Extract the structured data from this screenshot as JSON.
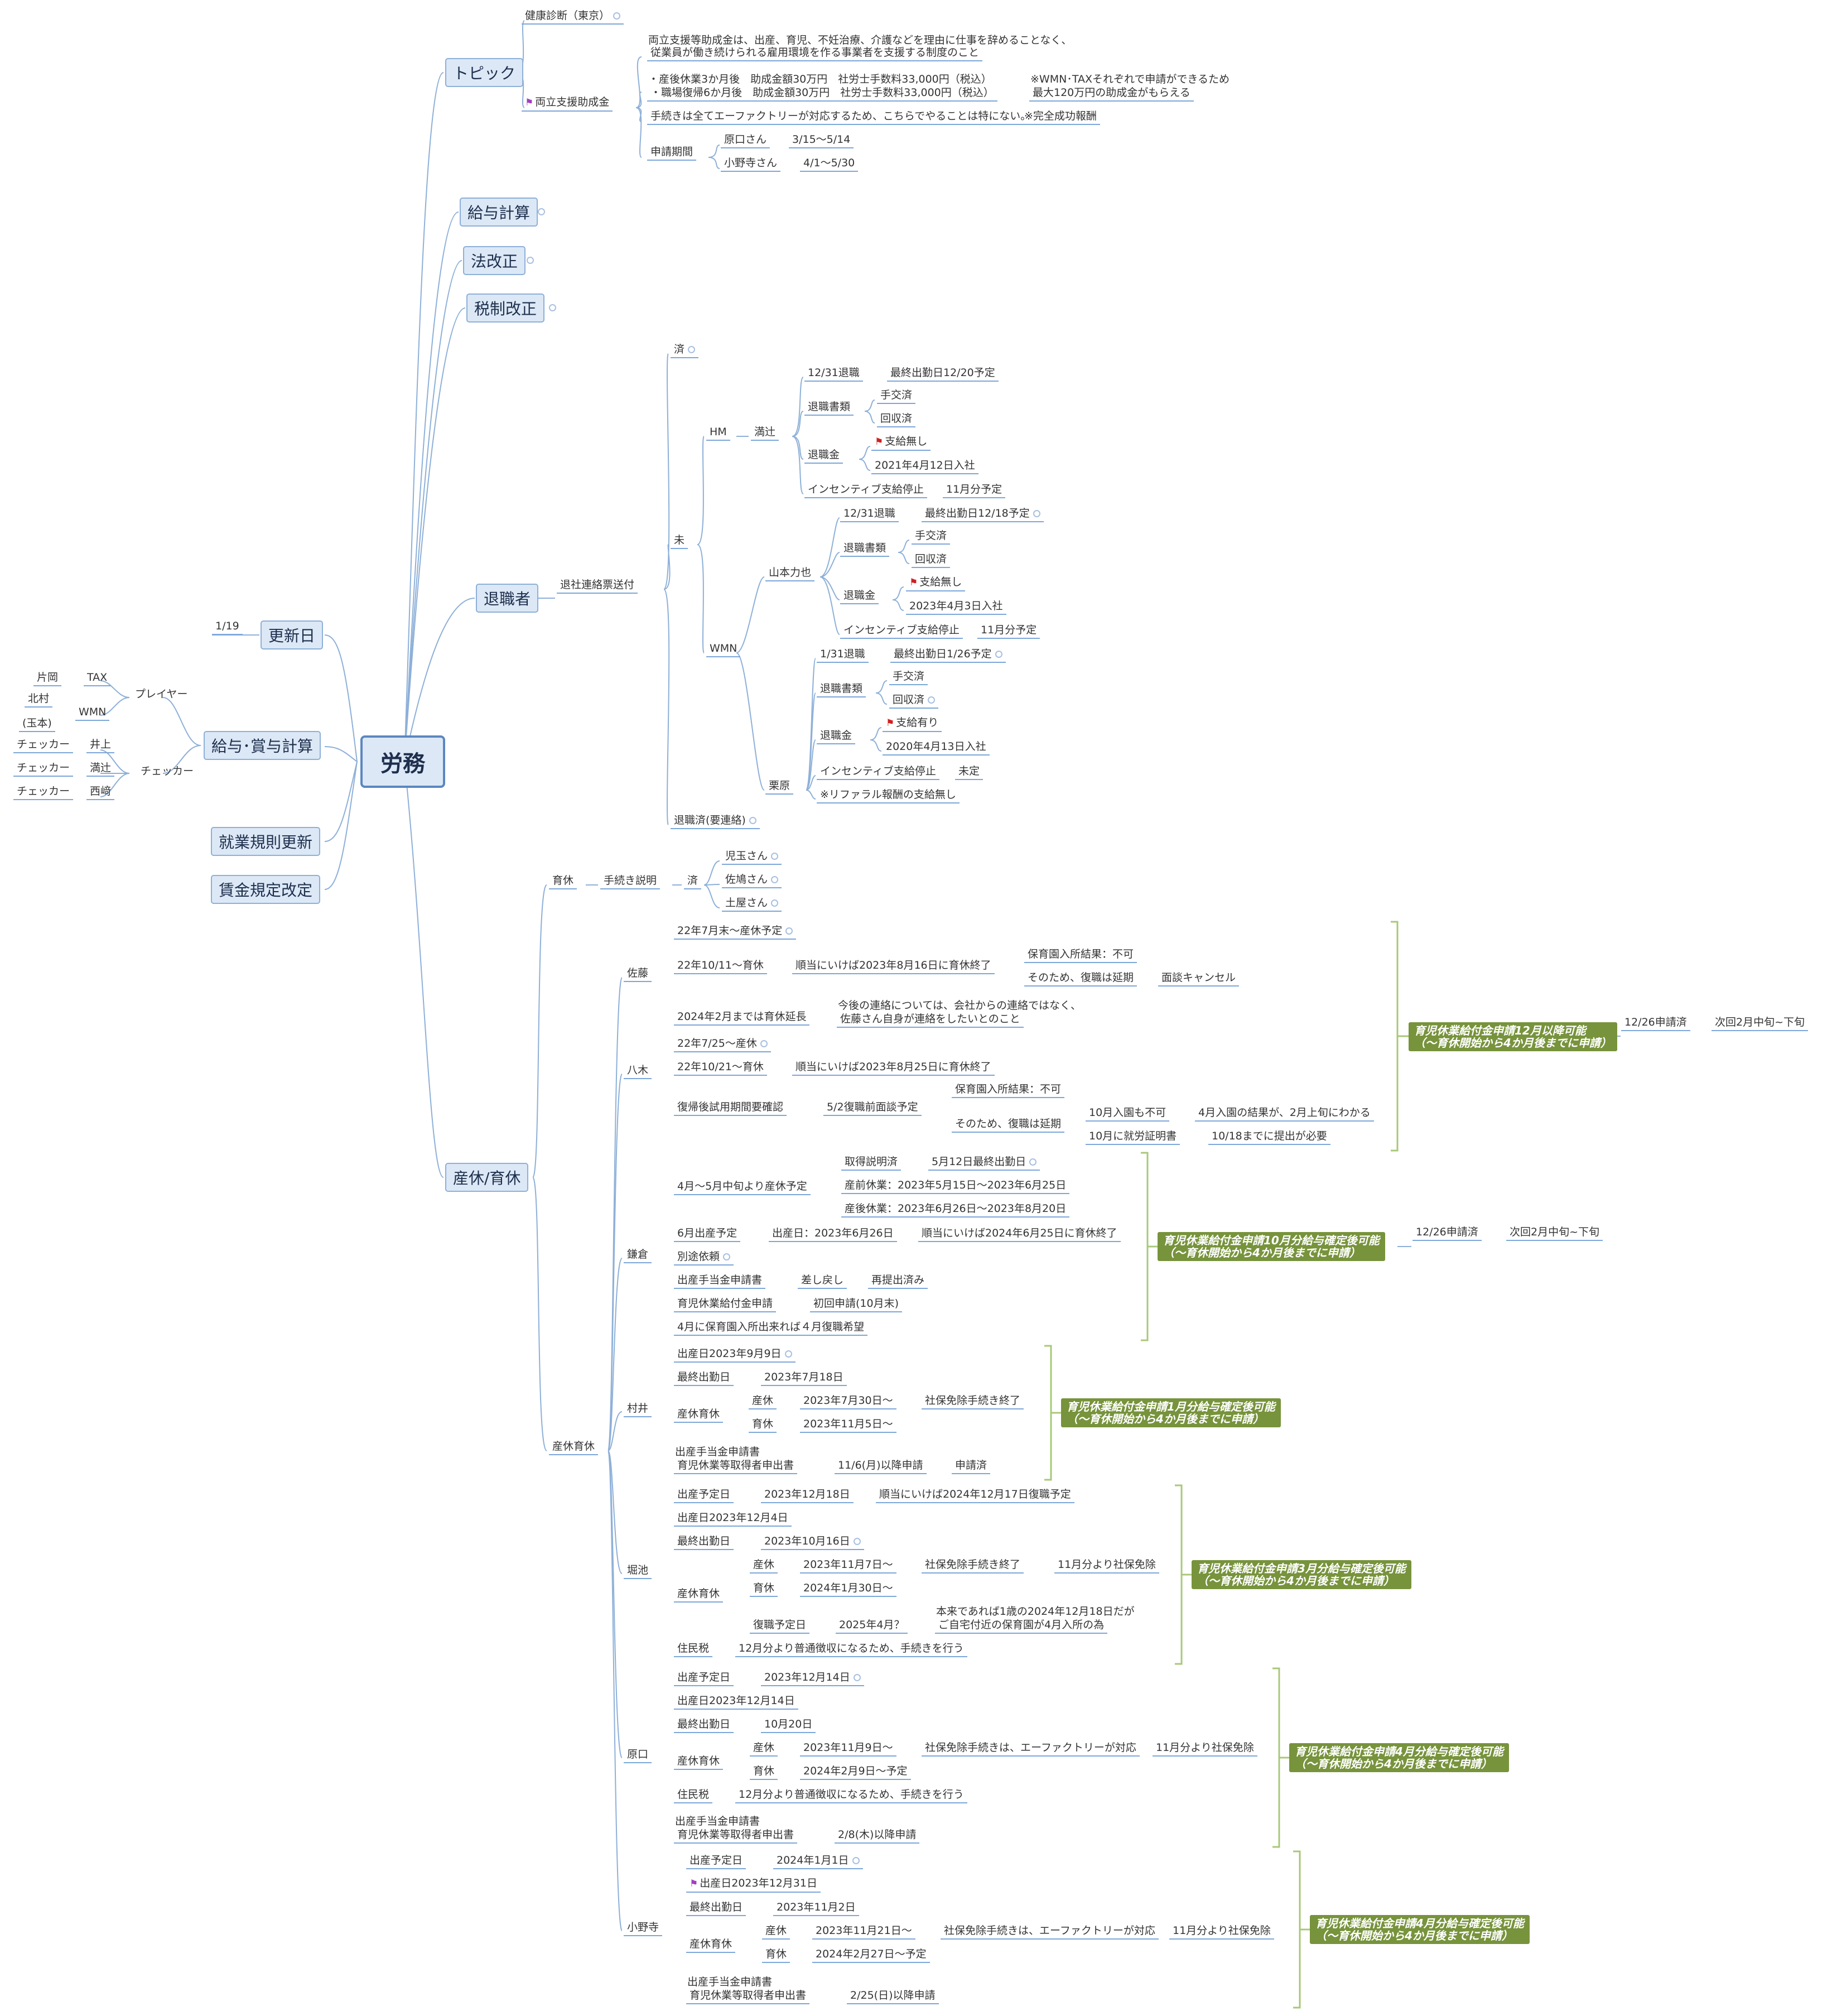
{
  "root": "労務",
  "update": {
    "label": "更新日",
    "date": "1/19"
  },
  "main": {
    "topic": "トピック",
    "payroll": "給与計算",
    "law": "法改正",
    "tax": "税制改正",
    "retire": "退職者",
    "maternity": "産休/育休"
  },
  "left": {
    "bonus": "給与･賞与計算",
    "rules": "就業規則更新",
    "wage": "賃金規定改定",
    "player": "プレイヤー",
    "checker": "チェッカー",
    "p1a": "片岡",
    "p1b": "TAX",
    "p2a": "北村",
    "p2b": "WMN",
    "p3": "(玉本)",
    "c1a": "チェッカー",
    "c1b": "井上",
    "c2a": "チェッカー",
    "c2b": "満辻",
    "c3a": "チェッカー",
    "c3b": "西﨑"
  },
  "topic": {
    "health": "健康診断（東京）",
    "subsidy": "両立支援助成金",
    "desc1": "両立支援等助成金は、出産、育児、不妊治療、介護などを理由に仕事を辞めることなく、",
    "desc2": "従業員が働き続けられる雇用環境を作る事業者を支援する制度のこと",
    "amt1": "・産後休業3か月後　助成金額30万円　社労士手数料33,000円（税込）",
    "amt2": "・職場復帰6か月後　助成金額30万円　社労士手数料33,000円（税込）",
    "note1": "※WMN･TAXそれぞれで申請ができるため",
    "note2": "最大120万円の助成金がもらえる",
    "proc": "手続きは全てエーファクトリーが対応するため、こちらでやることは特にない。",
    "reward": "※完全成功報酬",
    "period": "申請期間",
    "h1": "原口さん",
    "h1d": "3/15～5/14",
    "h2": "小野寺さん",
    "h2d": "4/1～5/30"
  },
  "ret": {
    "notice": "退社連絡票送付",
    "done": "済",
    "pending": "未",
    "retired": "退職済(要連絡)",
    "hm": "HM",
    "wmn": "WMN",
    "a": {
      "name": "満辻",
      "r1": "12/31退職",
      "r1b": "最終出勤日12/20予定",
      "docs": "退職書類",
      "d1": "手交済",
      "d2": "回収済",
      "sev": "退職金",
      "s1": "支給無し",
      "s2": "2021年4月12日入社",
      "inc": "インセンティブ支給停止",
      "incv": "11月分予定"
    },
    "b": {
      "name": "山本力也",
      "r1": "12/31退職",
      "r1b": "最終出勤日12/18予定",
      "docs": "退職書類",
      "d1": "手交済",
      "d2": "回収済",
      "sev": "退職金",
      "s1": "支給無し",
      "s2": "2023年4月3日入社",
      "inc": "インセンティブ支給停止",
      "incv": "11月分予定"
    },
    "c": {
      "name": "栗原",
      "r1": "1/31退職",
      "r1b": "最終出勤日1/26予定",
      "docs": "退職書類",
      "d1": "手交済",
      "d2": "回収済",
      "sev": "退職金",
      "s1": "支給有り",
      "s2": "2020年4月13日入社",
      "inc": "インセンティブ支給停止",
      "incv": "未定",
      "ref": "※リファラル報酬の支給無し"
    }
  },
  "mat": {
    "ikukyu": "育休",
    "expl": "手続き説明",
    "done": "済",
    "k1": "児玉さん",
    "k2": "佐鳩さん",
    "k3": "土屋さん",
    "sankyu": "産休育休",
    "sato": {
      "name": "佐藤",
      "a": "22年7月末～産休予定",
      "b": "22年10/11～育休",
      "b2": "順当にいけば2023年8月16日に育休終了",
      "c1": "保育園入所結果：不可",
      "c2": "そのため、復職は延期",
      "c3": "面談キャンセル",
      "d": "2024年2月までは育休延長",
      "d2a": "今後の連絡については、会社からの連絡ではなく、",
      "d2b": "佐藤さん自身が連絡をしたいとのこと"
    },
    "yagi": {
      "name": "八木",
      "a": "22年7/25～産休",
      "b": "22年10/21～育休",
      "b2": "順当にいけば2023年8月25日に育休終了",
      "c": "復帰後試用期間要確認",
      "c2": "5/2復職前面談予定",
      "e1": "保育園入所結果：不可",
      "e2": "そのため、復職は延期",
      "e3": "10月入園も不可",
      "e4": "4月入園の結果が、2月上旬にわかる",
      "e5": "10月に就労証明書",
      "e6": "10/18までに提出が必要"
    },
    "kama": {
      "name": "鎌倉",
      "a": "4月～5月中旬より産休予定",
      "a1": "取得説明済",
      "a2": "5月12日最終出勤日",
      "a3": "産前休業：2023年5月15日～2023年6月25日",
      "a4": "産後休業：2023年6月26日～2023年8月20日",
      "b": "6月出産予定",
      "b2": "出産日：2023年6月26日",
      "b3": "順当にいけば2024年6月25日に育休終了",
      "c": "別途依頼",
      "d": "出産手当金申請書",
      "d2": "差し戻し",
      "d3": "再提出済み",
      "e": "育児休業給付金申請",
      "e2": "初回申請(10月末)",
      "f": "4月に保育園入所出来れば４月復職希望"
    },
    "murai": {
      "name": "村井",
      "a": "出産日2023年9月9日",
      "b": "最終出勤日",
      "b2": "2023年7月18日",
      "c": "産休育休",
      "c1": "産休",
      "c1b": "2023年7月30日～",
      "c1c": "社保免除手続き終了",
      "c2": "育休",
      "c2b": "2023年11月5日～",
      "d1": "出産手当金申請書",
      "d2": "育児休業等取得者申出書",
      "d3": "11/6(月)以降申請",
      "d4": "申請済"
    },
    "hori": {
      "name": "堀池",
      "a": "出産予定日",
      "a2": "2023年12月18日",
      "a3": "順当にいけば2024年12月17日復職予定",
      "b": "出産日2023年12月4日",
      "c": "最終出勤日",
      "c2": "2023年10月16日",
      "d": "産休育休",
      "d1": "産休",
      "d1b": "2023年11月7日～",
      "d1c": "社保免除手続き終了",
      "d1d": "11月分より社保免除",
      "d2": "育休",
      "d2b": "2024年1月30日～",
      "d3": "復職予定日",
      "d3b": "2025年4月？",
      "d3c": "本来であれば1歳の2024年12月18日だが",
      "d3d": "ご自宅付近の保育園が4月入所の為",
      "e": "住民税",
      "e2": "12月分より普通徴収になるため、手続きを行う"
    },
    "hara": {
      "name": "原口",
      "a": "出産予定日",
      "a2": "2023年12月14日",
      "b": "出産日2023年12月14日",
      "c": "最終出勤日",
      "c2": "10月20日",
      "d": "産休育休",
      "d1": "産休",
      "d1b": "2023年11月9日～",
      "d1c": "社保免除手続きは、エーファクトリーが対応",
      "d1d": "11月分より社保免除",
      "d2": "育休",
      "d2b": "2024年2月9日～予定",
      "e": "住民税",
      "e2": "12月分より普通徴収になるため、手続きを行う",
      "f1": "出産手当金申請書",
      "f2": "育児休業等取得者申出書",
      "f3": "2/8(木)以降申請"
    },
    "ono": {
      "name": "小野寺",
      "a": "出産予定日",
      "a2": "2024年1月1日",
      "b": "出産日2023年12月31日",
      "c": "最終出勤日",
      "c2": "2023年11月2日",
      "d": "産休育休",
      "d1": "産休",
      "d1b": "2023年11月21日～",
      "d1c": "社保免除手続きは、エーファクトリーが対応",
      "d1d": "11月分より社保免除",
      "d2": "育休",
      "d2b": "2024年2月27日～予定",
      "f1": "出産手当金申請書",
      "f2": "育児休業等取得者申出書",
      "f3": "2/25(日)以降申請"
    },
    "g1a": "育児休業給付金申請12月以降可能",
    "g1b": "（～育休開始から4か月後までに申請）",
    "g1c": "12/26申請済",
    "g1d": "次回2月中旬~下旬",
    "g2a": "育児休業給付金申請10月分給与確定後可能",
    "g2b": "（～育休開始から4か月後までに申請）",
    "g2c": "12/26申請済",
    "g2d": "次回2月中旬~下旬",
    "g3a": "育児休業給付金申請1月分給与確定後可能",
    "g3b": "（～育休開始から4か月後までに申請）",
    "g4a": "育児休業給付金申請3月分給与確定後可能",
    "g4b": "（～育休開始から4か月後までに申請）",
    "g5a": "育児休業給付金申請4月分給与確定後可能",
    "g5b": "（～育休開始から4か月後までに申請）",
    "g6a": "育児休業給付金申請4月分給与確定後可能",
    "g6b": "（～育休開始から4か月後までに申請）"
  }
}
